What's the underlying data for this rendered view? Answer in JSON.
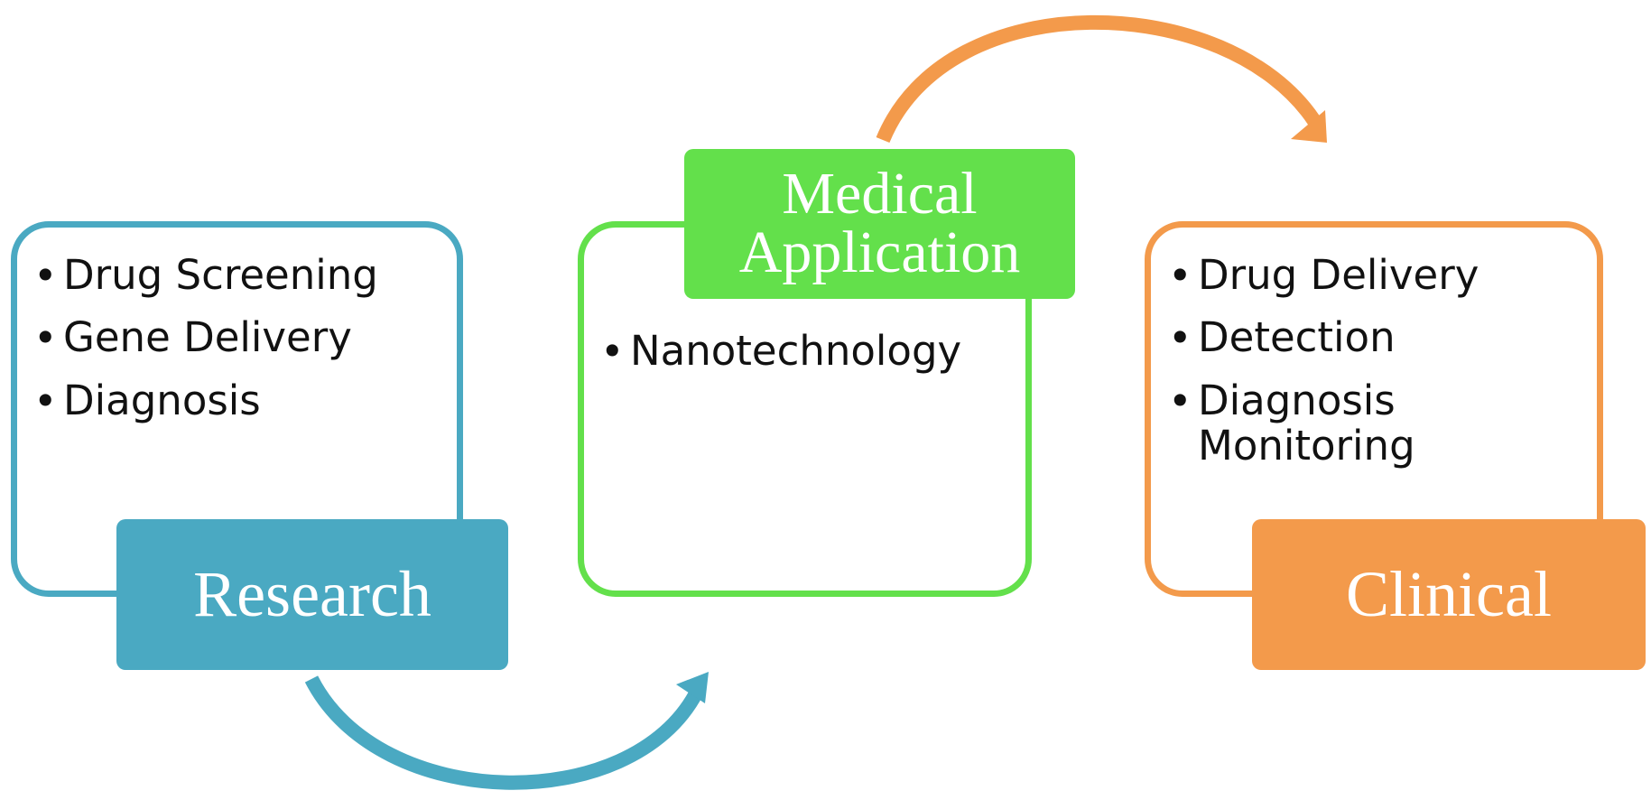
{
  "diagram": {
    "research": {
      "label": "Research",
      "color": "#4aa9c2",
      "items": [
        {
          "bullet": "•",
          "text": "Drug Screening"
        },
        {
          "bullet": "•",
          "text": "Gene Delivery"
        },
        {
          "bullet": "•",
          "text": "Diagnosis"
        }
      ]
    },
    "medical": {
      "label": "Medical\nApplication",
      "color": "#63e04b",
      "items": [
        {
          "bullet": "•",
          "text": "Nanotechnology"
        }
      ]
    },
    "clinical": {
      "label": "Clinical",
      "color": "#f39a4b",
      "items": [
        {
          "bullet": "•",
          "text": "Drug Delivery"
        },
        {
          "bullet": "•",
          "text": "Detection"
        },
        {
          "bullet": "•",
          "text": "Diagnosis\nMonitoring"
        }
      ]
    }
  }
}
